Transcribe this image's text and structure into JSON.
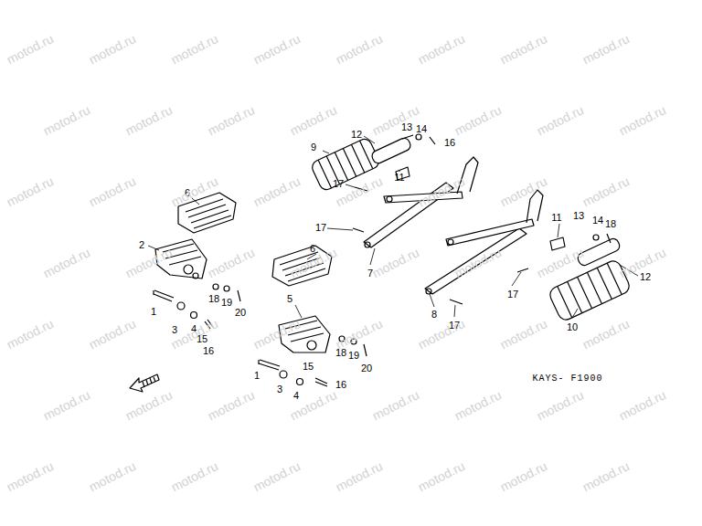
{
  "diagram": {
    "labels": [
      "6",
      "2",
      "1",
      "3",
      "4",
      "15",
      "16",
      "18",
      "19",
      "20",
      "6",
      "5",
      "1",
      "3",
      "4",
      "15",
      "16",
      "18",
      "19",
      "20",
      "13",
      "14",
      "16",
      "12",
      "9",
      "11",
      "17",
      "17",
      "7",
      "11",
      "13",
      "14",
      "18",
      "12",
      "10",
      "17",
      "8",
      "17",
      "KAYS- F1900",
      "motod.ru",
      "motod.ru",
      "motod.ru",
      "motod.ru",
      "motod.ru",
      "motod.ru",
      "motod.ru",
      "motod.ru",
      "motod.ru",
      "motod.ru",
      "motod.ru",
      "motod.ru",
      "motod.ru",
      "motod.ru",
      "motod.ru",
      "motod.ru",
      "motod.ru",
      "motod.ru",
      "motod.ru",
      "motod.ru",
      "motod.ru",
      "motod.ru",
      "motod.ru",
      "motod.ru",
      "motod.ru",
      "motod.ru",
      "motod.ru",
      "motod.ru",
      "motod.ru",
      "motod.ru",
      "motod.ru",
      "motod.ru",
      "motod.ru",
      "motod.ru",
      "motod.ru",
      "motod.ru",
      "motod.ru",
      "motod.ru",
      "motod.ru",
      "motod.ru",
      "motod.ru",
      "motod.ru",
      "motod.ru",
      "motod.ru",
      "motod.ru",
      "motod.ru",
      "motod.ru",
      "motod.ru",
      "motod.ru",
      "motod.ru",
      "motod.ru",
      "motod.ru",
      "motod.ru",
      "motod.ru",
      "motod.ru",
      "motod.ru"
    ]
  }
}
